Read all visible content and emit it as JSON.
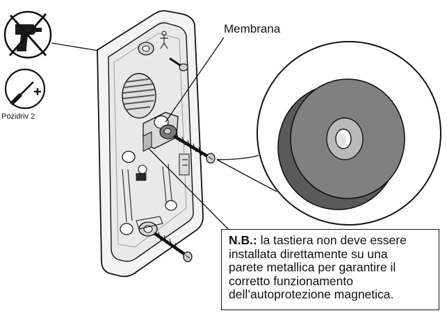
{
  "labels": {
    "membrana": "Membrana",
    "pozidriv": "Pozidriv 2"
  },
  "note": {
    "prefix": "N.B.:",
    "lines": [
      " la tastiera non deve essere",
      "installata direttamente su una",
      "parete metallica per garantire il",
      "corretto funzionamento",
      "dell’autoprotezione magnetica."
    ]
  },
  "icons": {
    "prohibited_tool": "crossed-out-power-drill-icon",
    "screwdriver": "pozidriv-screwdriver-icon"
  },
  "colors": {
    "line": "#111111",
    "fill_light": "#ececec",
    "fill_mid": "#cfcfcf",
    "fill_dark": "#8a8a8a",
    "membrane": "#7a7a7a"
  }
}
